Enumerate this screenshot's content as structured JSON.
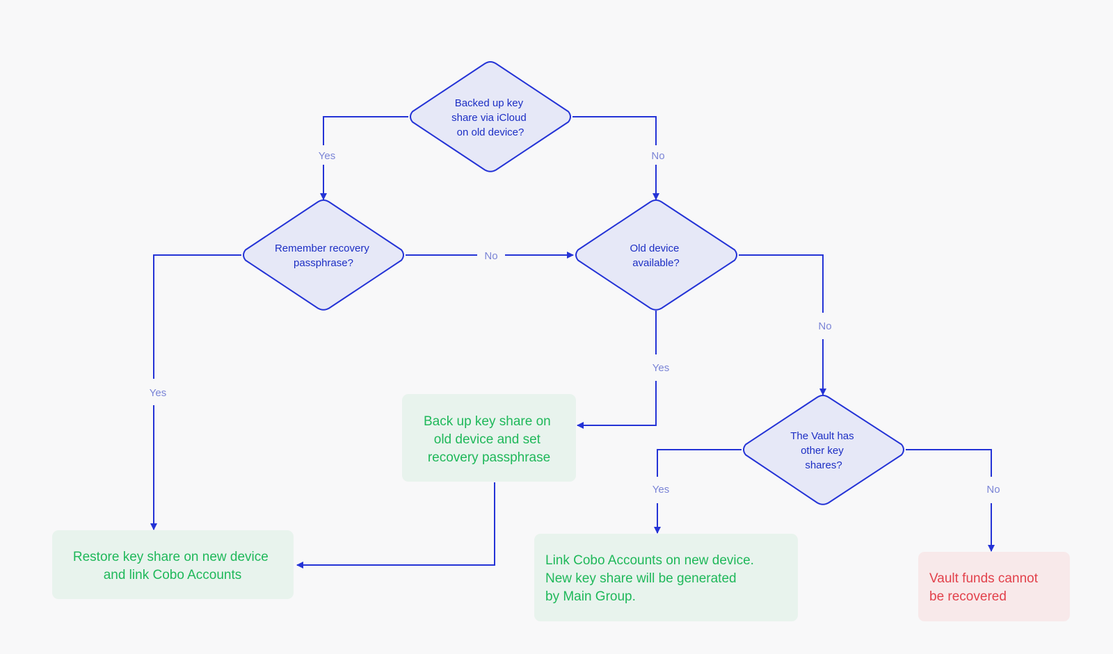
{
  "decisions": {
    "icloud_backup": [
      "Backed up key",
      "share via iCloud",
      "on old device?"
    ],
    "remember_passphrase": [
      "Remember recovery",
      "passphrase?"
    ],
    "old_device": [
      "Old device",
      "available?"
    ],
    "other_shares": [
      "The Vault has",
      "other key",
      "shares?"
    ]
  },
  "edge_labels": {
    "icloud_yes": "Yes",
    "icloud_no": "No",
    "passphrase_no": "No",
    "passphrase_yes": "Yes",
    "old_device_no": "No",
    "old_device_yes": "Yes",
    "shares_yes": "Yes",
    "shares_no": "No"
  },
  "outcomes": {
    "restore": [
      "Restore key share on new device",
      "and link Cobo Accounts"
    ],
    "backup_old": [
      "Back up key share on",
      "old device and set",
      "recovery passphrase"
    ],
    "link_cobo": [
      "Link Cobo Accounts on new device.",
      "New key share will be generated",
      "by Main Group."
    ],
    "unrecoverable": [
      "Vault funds cannot",
      "be recovered"
    ]
  },
  "colors": {
    "decision_fill": "#e6e8f7",
    "decision_stroke": "#2433d6",
    "decision_text": "#1c2ec4",
    "edge_label": "#7a84d6",
    "success_fill": "#e8f3ed",
    "success_text": "#1fb85a",
    "failure_fill": "#f8e9ea",
    "failure_text": "#e2414b",
    "background": "#f8f8f9"
  }
}
